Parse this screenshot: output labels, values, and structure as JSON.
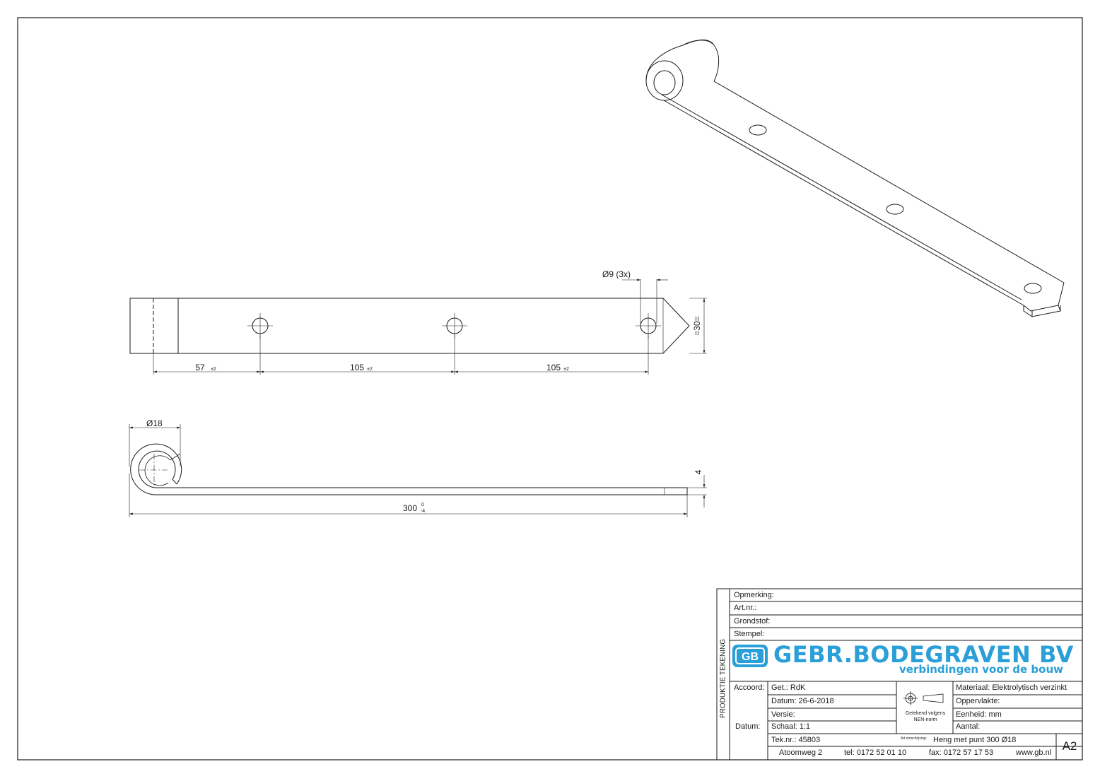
{
  "views": {
    "plan": {
      "hole_callout": "Ø9 (3x)",
      "width_dim": "=30=",
      "spacing_dims": [
        {
          "value": "57",
          "tol": "±2"
        },
        {
          "value": "105",
          "tol": "±2"
        },
        {
          "value": "105",
          "tol": "±2"
        }
      ]
    },
    "side": {
      "diameter_dim": "Ø18",
      "thickness_dim": "4",
      "length_value": "300",
      "length_tol_upper": "0",
      "length_tol_lower": "-4"
    }
  },
  "title_block": {
    "side_label": "PRODUKTIE TEKENING",
    "opmerking": "Opmerking:",
    "artnr": "Art.nr.:",
    "grondstof": "Grondstof:",
    "stempel": "Stempel:",
    "company": "GEBR.BODEGRAVEN BV",
    "slogan": "verbindingen voor de bouw",
    "logo_letters": "GB",
    "accoord": "Accoord:",
    "datum_label": "Datum:",
    "getekend": "Get.: RdK",
    "datum": "Datum: 26-6-2018",
    "versie": "Versie:",
    "schaal": "Schaal: 1:1",
    "teknr": "Tek.nr.: 45803",
    "nen_line1": "Getekend volgens",
    "nen_line2": "NEN-norm",
    "materiaal": "Materiaal: Elektrolytisch verzinkt",
    "oppervlakte": "Oppervlakte:",
    "eenheid": "Eenheid: mm",
    "aantal": "Aantal:",
    "omschrijving_label": "Art.omschrijving:",
    "omschrijving": "Heng met punt 300  Ø18",
    "format": "A2",
    "address": "Atoomweg 2",
    "tel": "tel: 0172 52 01 10",
    "fax": "fax: 0172 57 17 53",
    "web": "www.gb.nl"
  },
  "colors": {
    "line": "#1a1a1a",
    "brand_blue": "#2a9fd8"
  }
}
